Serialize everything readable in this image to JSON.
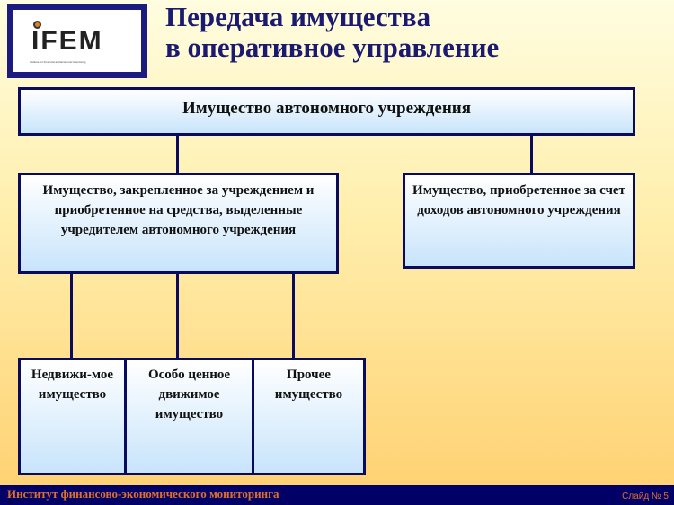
{
  "logo": {
    "text": "IFEM",
    "subtitle": "Institute for Financial and Economic Monitoring"
  },
  "title": {
    "line1": "Передача имущества",
    "line2": "в оперативное управление"
  },
  "diagram": {
    "root": "Имущество автономного учреждения",
    "left": "Имущество, закрепленное за учреждением и приобретенное на средства, выделенные учредителем автономного учреждения",
    "right": "Имущество, приобретенное за счет доходов автономного учреждения",
    "leaves": [
      "Недвижи-мое имущество",
      "Особо ценное движимое имущество",
      "Прочее имущество"
    ]
  },
  "footer": {
    "institute": "Институт финансово-экономического мониторинга",
    "slide": "Слайд № 5"
  },
  "colors": {
    "navy": "#0a0a60",
    "footer_text": "#e07030"
  }
}
